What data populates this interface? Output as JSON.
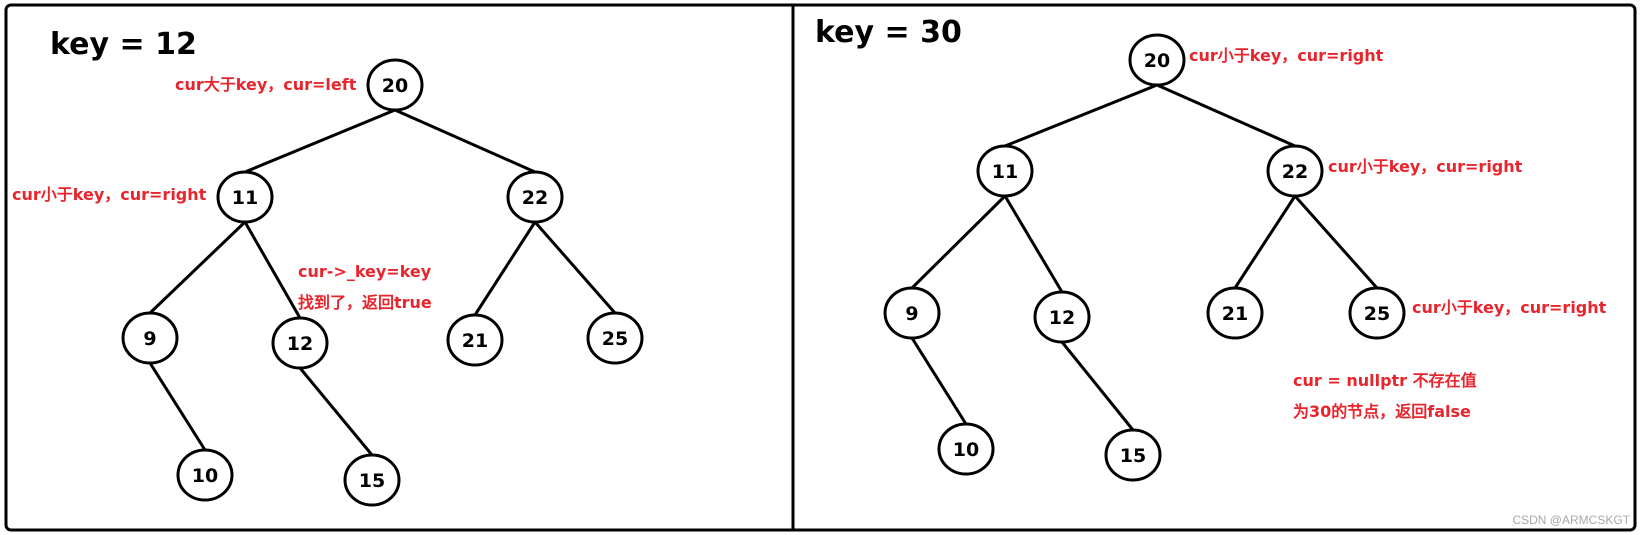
{
  "colors": {
    "annotation": "#e8242c",
    "stroke": "#000000",
    "watermark": "#a8a8a8"
  },
  "panels": [
    {
      "title": "key = 12",
      "nodes": [
        {
          "id": "20",
          "label": "20"
        },
        {
          "id": "11",
          "label": "11"
        },
        {
          "id": "22",
          "label": "22"
        },
        {
          "id": "9",
          "label": "9"
        },
        {
          "id": "12",
          "label": "12"
        },
        {
          "id": "21",
          "label": "21"
        },
        {
          "id": "25",
          "label": "25"
        },
        {
          "id": "10",
          "label": "10"
        },
        {
          "id": "15",
          "label": "15"
        }
      ],
      "edges": [
        [
          "20",
          "11"
        ],
        [
          "20",
          "22"
        ],
        [
          "11",
          "9"
        ],
        [
          "11",
          "12"
        ],
        [
          "22",
          "21"
        ],
        [
          "22",
          "25"
        ],
        [
          "9",
          "10"
        ],
        [
          "12",
          "15"
        ]
      ],
      "annotations": [
        {
          "id": "a1",
          "lines": [
            "cur大于key，cur=left"
          ]
        },
        {
          "id": "a2",
          "lines": [
            "cur小于key，cur=right"
          ]
        },
        {
          "id": "a3",
          "lines": [
            "cur->_key=key",
            "找到了，返回true"
          ]
        }
      ]
    },
    {
      "title": "key = 30",
      "nodes": [
        {
          "id": "20",
          "label": "20"
        },
        {
          "id": "11",
          "label": "11"
        },
        {
          "id": "22",
          "label": "22"
        },
        {
          "id": "9",
          "label": "9"
        },
        {
          "id": "12",
          "label": "12"
        },
        {
          "id": "21",
          "label": "21"
        },
        {
          "id": "25",
          "label": "25"
        },
        {
          "id": "10",
          "label": "10"
        },
        {
          "id": "15",
          "label": "15"
        }
      ],
      "edges": [
        [
          "20",
          "11"
        ],
        [
          "20",
          "22"
        ],
        [
          "11",
          "9"
        ],
        [
          "11",
          "12"
        ],
        [
          "22",
          "21"
        ],
        [
          "22",
          "25"
        ],
        [
          "9",
          "10"
        ],
        [
          "12",
          "15"
        ]
      ],
      "annotations": [
        {
          "id": "b1",
          "lines": [
            "cur小于key，cur=right"
          ]
        },
        {
          "id": "b2",
          "lines": [
            "cur小于key，cur=right"
          ]
        },
        {
          "id": "b3",
          "lines": [
            "cur小于key，cur=right"
          ]
        },
        {
          "id": "b4",
          "lines": [
            "cur = nullptr 不存在值",
            "为30的节点，返回false"
          ]
        }
      ]
    }
  ],
  "watermark": "CSDN @ARMCSKGT"
}
